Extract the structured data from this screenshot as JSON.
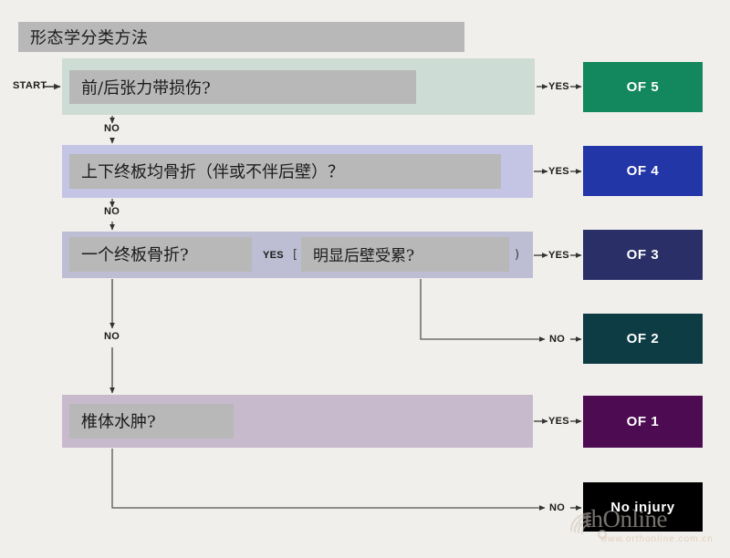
{
  "title": "形态学分类方法",
  "start_label": "START",
  "rows": [
    {
      "id": "tension-band",
      "question": "前/后张力带损伤?",
      "yes_label": "YES",
      "no_label": "NO",
      "band_color": "#cddcd4",
      "plate_color": "#b8b8b8"
    },
    {
      "id": "both-endplates",
      "question": "上下终板均骨折（伴或不伴后壁）？",
      "yes_label": "YES",
      "no_label": "NO",
      "band_color": "#c4c4e4",
      "plate_color": "#b8b8b8"
    },
    {
      "id": "one-endplate",
      "question": "一个终板骨折?",
      "inner_yes_label": "YES",
      "inner_question": "明显后壁受累?",
      "bracket_open": "[",
      "bracket_close": ")",
      "yes_label": "YES",
      "no_label": "NO",
      "band_color": "#bdbdd3",
      "plate_color": "#b8b8b8"
    },
    {
      "id": "vertebral-edema",
      "question": "椎体水肿?",
      "yes_label": "YES",
      "no_label": "NO",
      "band_color": "#c7bacd",
      "plate_color": "#b8b8b8"
    }
  ],
  "results": [
    {
      "id": "of5",
      "label": "OF 5",
      "color": "#13875e"
    },
    {
      "id": "of4",
      "label": "OF 4",
      "color": "#2336a8"
    },
    {
      "id": "of3",
      "label": "OF 3",
      "color": "#2b2f68"
    },
    {
      "id": "of2",
      "label": "OF 2",
      "color": "#0d3c44"
    },
    {
      "id": "of1",
      "label": "OF 1",
      "color": "#4d0b52"
    },
    {
      "id": "noinjury",
      "label": "No injury",
      "color": "#000000"
    }
  ],
  "edges": {
    "start": "START",
    "yes_of5": "YES",
    "no_to_row2": "NO",
    "yes_of4": "YES",
    "no_to_row3": "NO",
    "inner_yes": "YES",
    "yes_of3": "YES",
    "no_of2": "NO",
    "no_to_row4": "NO",
    "yes_of1": "YES",
    "no_noinjury": "NO"
  },
  "watermark": {
    "brand": "rthOnline",
    "url": "www.orthonline.com.cn"
  },
  "colors": {
    "background": "#f1efeb",
    "title_bar": "#b8b8b8",
    "text": "#1b1b1b",
    "wire": "#4a4a4a"
  }
}
